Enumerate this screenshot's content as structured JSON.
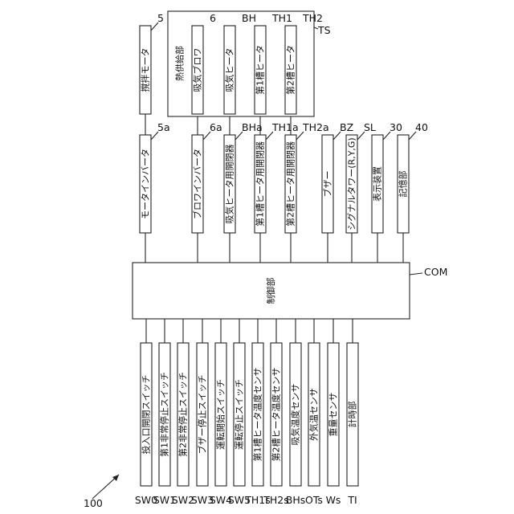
{
  "figure_number": "100",
  "controller": {
    "label": "制御部",
    "code": "COM"
  },
  "heat_supply": {
    "label": "熱供給部",
    "code": "TS"
  },
  "outputs_top": [
    {
      "name": "stir-motor",
      "label": "撹拌モータ",
      "code": "5"
    },
    {
      "name": "blower",
      "label": "吸気ブロワ",
      "code": "6"
    },
    {
      "name": "intake-heater",
      "label": "吸気ヒータ",
      "code": "BH"
    },
    {
      "name": "tank1-heater",
      "label": "第1槽ヒータ",
      "code": "TH1"
    },
    {
      "name": "tank2-heater",
      "label": "第2槽ヒータ",
      "code": "TH2"
    }
  ],
  "outputs_mid": [
    {
      "name": "motor-inverter",
      "label": "モータインバータ",
      "code": "5a"
    },
    {
      "name": "blower-inverter",
      "label": "ブロワインバータ",
      "code": "6a"
    },
    {
      "name": "intake-heater-switch",
      "label": "吸気ヒータ用開閉器",
      "code": "BHa"
    },
    {
      "name": "tank1-heater-switch",
      "label": "第1槽ヒータ用開閉器",
      "code": "TH1a"
    },
    {
      "name": "tank2-heater-switch",
      "label": "第2槽ヒータ用開閉器",
      "code": "TH2a"
    },
    {
      "name": "buzzer",
      "label": "ブザー",
      "code": "BZ"
    },
    {
      "name": "signal-tower",
      "label": "シグナルタワー(R,Y,G)",
      "code": "SL"
    },
    {
      "name": "display",
      "label": "表示装置",
      "code": "30"
    },
    {
      "name": "storage",
      "label": "記憶部",
      "code": "40"
    }
  ],
  "inputs": [
    {
      "name": "inlet-switch",
      "label": "投入口開閉スイッチ",
      "code": "SW0"
    },
    {
      "name": "estop1",
      "label": "第1非常停止スイッチ",
      "code": "SW1"
    },
    {
      "name": "estop2",
      "label": "第2非常停止スイッチ",
      "code": "SW2"
    },
    {
      "name": "buzzer-stop",
      "label": "ブザー停止スイッチ",
      "code": "SW3"
    },
    {
      "name": "run-start",
      "label": "運転開始スイッチ",
      "code": "SW4"
    },
    {
      "name": "run-stop",
      "label": "運転停止スイッチ",
      "code": "SW5"
    },
    {
      "name": "tank1-temp",
      "label": "第1槽ヒータ温度センサ",
      "code": "TH1s"
    },
    {
      "name": "tank2-temp",
      "label": "第2槽ヒータ温度センサ",
      "code": "TH2s"
    },
    {
      "name": "intake-temp",
      "label": "吸気温度センサ",
      "code": "BHs"
    },
    {
      "name": "outside-temp",
      "label": "外気温センサ",
      "code": "OTs"
    },
    {
      "name": "weight",
      "label": "重量センサ",
      "code": "Ws"
    },
    {
      "name": "timer",
      "label": "計時部",
      "code": "TI"
    }
  ]
}
